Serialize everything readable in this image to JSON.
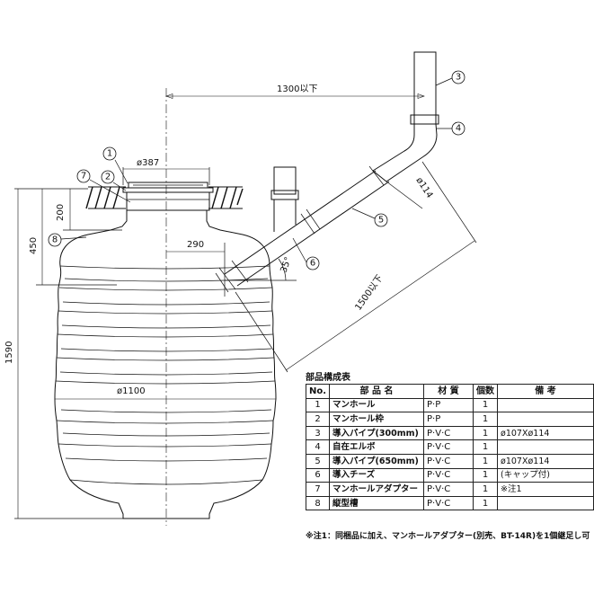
{
  "dimensions": {
    "dia_387": "ø387",
    "len_1300": "1300以下",
    "h_200": "200",
    "h_450": "450",
    "w_290": "290",
    "angle_35": "35°",
    "len_1500": "1500以下",
    "dia_114": "ø114",
    "h_1590": "1590",
    "dia_1100": "ø1100"
  },
  "callouts": [
    "1",
    "2",
    "3",
    "4",
    "5",
    "6",
    "7",
    "8"
  ],
  "parts_table": {
    "title": "部品構成表",
    "headers": [
      "No.",
      "部 品 名",
      "材 質",
      "個数",
      "備 考"
    ],
    "rows": [
      {
        "no": "1",
        "name": "マンホール",
        "material": "P·P",
        "qty": "1",
        "note": ""
      },
      {
        "no": "2",
        "name": "マンホール枠",
        "material": "P·P",
        "qty": "1",
        "note": ""
      },
      {
        "no": "3",
        "name": "導入パイプ(300mm)",
        "material": "P·V·C",
        "qty": "1",
        "note": "ø107Xø114"
      },
      {
        "no": "4",
        "name": "自在エルボ",
        "material": "P·V·C",
        "qty": "1",
        "note": ""
      },
      {
        "no": "5",
        "name": "導入パイプ(650mm)",
        "material": "P·V·C",
        "qty": "1",
        "note": "ø107Xø114"
      },
      {
        "no": "6",
        "name": "導入チーズ",
        "material": "P·V·C",
        "qty": "1",
        "note": "(キャップ付)"
      },
      {
        "no": "7",
        "name": "マンホールアダプター",
        "material": "P·V·C",
        "qty": "1",
        "note": "※注1"
      },
      {
        "no": "8",
        "name": "縦型槽",
        "material": "P·V·C",
        "qty": "1",
        "note": ""
      }
    ],
    "footnote": "※注1：同梱品に加え、マンホールアダプター(別売、BT-14R)を1個継足し可"
  }
}
